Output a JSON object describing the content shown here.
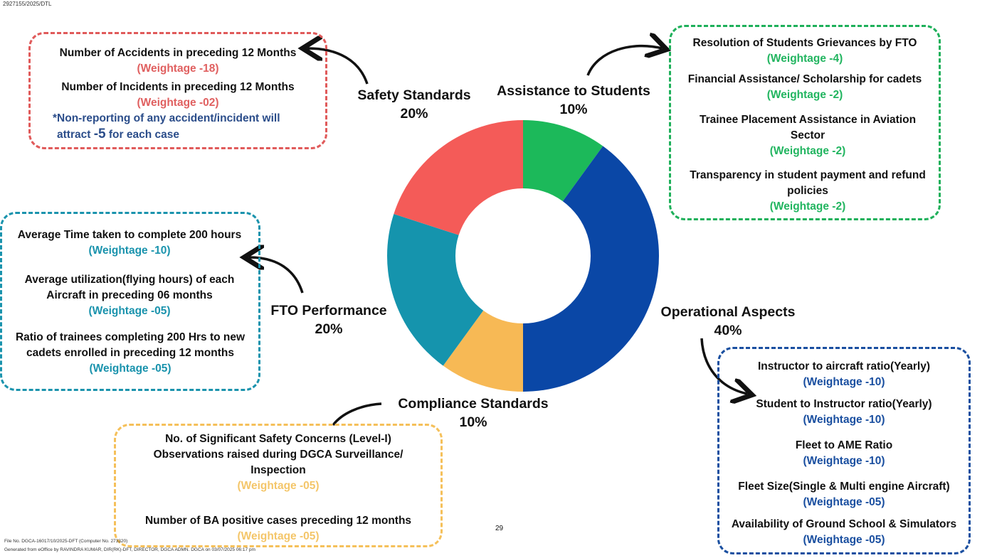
{
  "doc_id": "2927155/2025/DTL",
  "categories": {
    "safety": {
      "name": "Safety Standards",
      "pct": "20%"
    },
    "assistance": {
      "name": "Assistance to Students",
      "pct": "10%"
    },
    "fto": {
      "name": "FTO Performance",
      "pct": "20%"
    },
    "operational": {
      "name": "Operational Aspects",
      "pct": "40%"
    },
    "compliance": {
      "name": "Compliance Standards",
      "pct": "10%"
    }
  },
  "safety_items": [
    {
      "text": "Number of Accidents in preceding 12 Months",
      "weight": "(Weightage -18)"
    },
    {
      "text": "Number of Incidents in preceding 12 Months",
      "weight": "(Weightage -02)"
    }
  ],
  "safety_note": {
    "line1": "*Non-reporting of any accident/incident will",
    "line2_pre": "attract ",
    "line2_big": "-5",
    "line2_post": " for each case"
  },
  "assistance_items": [
    {
      "text": "Resolution of Students Grievances by FTO",
      "weight": "(Weightage -4)"
    },
    {
      "text": "Financial Assistance/ Scholarship for cadets",
      "weight": "(Weightage -2)"
    },
    {
      "text1": "Trainee Placement Assistance in Aviation",
      "text2": "Sector",
      "weight": "(Weightage -2)"
    },
    {
      "text1": "Transparency in student payment and refund",
      "text2": "policies",
      "weight": "(Weightage -2)"
    }
  ],
  "fto_items": [
    {
      "text": "Average Time taken to complete 200 hours",
      "weight": "(Weightage -10)"
    },
    {
      "text1": "Average utilization(flying hours) of each",
      "text2": "Aircraft in preceding 06 months",
      "weight": "(Weightage -05)"
    },
    {
      "text1": "Ratio of trainees completing 200 Hrs to new",
      "text2": "cadets enrolled in preceding 12 months",
      "weight": "(Weightage -05)"
    }
  ],
  "compliance_items": [
    {
      "text1": "No. of Significant Safety Concerns (Level-I)",
      "text2": "Observations raised during DGCA Surveillance/",
      "text3": "Inspection",
      "weight": "(Weightage -05)"
    },
    {
      "text": "Number of BA positive cases preceding 12 months",
      "weight": "(Weightage -05)"
    }
  ],
  "operational_items": [
    {
      "text": "Instructor to aircraft ratio(Yearly)",
      "weight": "(Weightage -10)"
    },
    {
      "text": "Student to Instructor ratio(Yearly)",
      "weight": "(Weightage -10)"
    },
    {
      "text": "Fleet to AME Ratio",
      "weight": "(Weightage -10)"
    },
    {
      "text": "Fleet Size(Single & Multi engine Aircraft)",
      "weight": "(Weightage -05)"
    },
    {
      "text": "Availability of Ground School & Simulators",
      "weight": "(Weightage -05)"
    }
  ],
  "page_number": "29",
  "footer_line1": "File No. DGCA-16017/10/2025-DFT (Computer No. 273320)",
  "footer_line2": "Generated from eOffice by RAVINDRA KUMAR, DIR(RK)-DFT, DIRECTOR, DGCA ADMN. DGCA on 03/07/2025 06:17 pm",
  "chart_data": {
    "type": "pie",
    "categories": [
      "Assistance to Students",
      "Operational Aspects",
      "Compliance Standards",
      "FTO Performance",
      "Safety Standards"
    ],
    "values": [
      10,
      40,
      10,
      20,
      20
    ],
    "colors": [
      "#1cb95a",
      "#0a47a6",
      "#f7b955",
      "#1594ad",
      "#f45b58"
    ]
  }
}
